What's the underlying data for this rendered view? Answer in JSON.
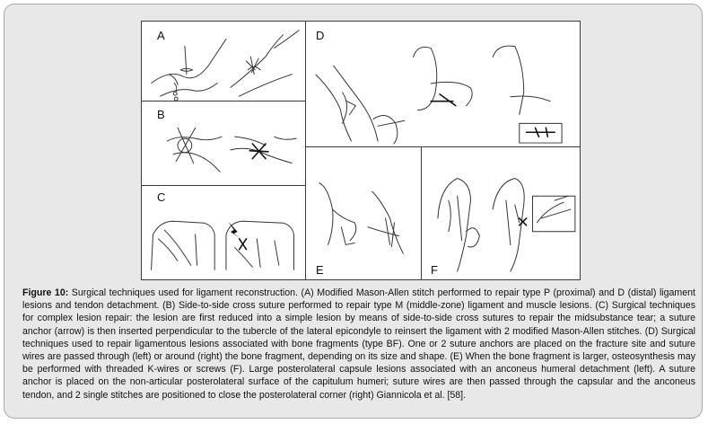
{
  "figure": {
    "panels": [
      {
        "label": "A"
      },
      {
        "label": "B"
      },
      {
        "label": "C"
      },
      {
        "label": "D"
      },
      {
        "label": "E"
      },
      {
        "label": "F"
      }
    ]
  },
  "caption": {
    "label": "Figure 10:",
    "text": " Surgical techniques used for ligament reconstruction. (A) Modified Mason-Allen stitch performed to repair type P (proximal) and D (distal) ligament lesions and tendon detachment. (B) Side-to-side cross suture performed to repair type M (middle-zone) ligament and muscle lesions. (C) Surgical techniques for complex lesion repair: the lesion are first reduced into a simple lesion by means of side-to-side cross sutures to repair the midsubstance tear; a suture anchor (arrow) is then inserted perpendicular to the tubercle of the lateral epicondyle to reinsert the ligament with 2 modified Mason-Allen stitches. (D) Surgical techniques used to repair ligamentous lesions associated with bone fragments (type BF). One or 2 suture anchors are placed on the fracture site and suture wires are passed through (left) or around (right) the bone fragment, depending on its size and shape. (E) When the bone fragment is larger, osteosynthesis may be performed with threaded K-wires or screws (F). Large posterolateral capsule lesions associated with an anconeus humeral detachment (left). A suture anchor is placed on the non-articular posterolateral surface of the capitulum humeri; suture wires are then passed through the capsular and the anconeus tendon, and 2 single stitches are positioned to close the posterolateral corner (right) Giannicola et al. [58]."
  }
}
